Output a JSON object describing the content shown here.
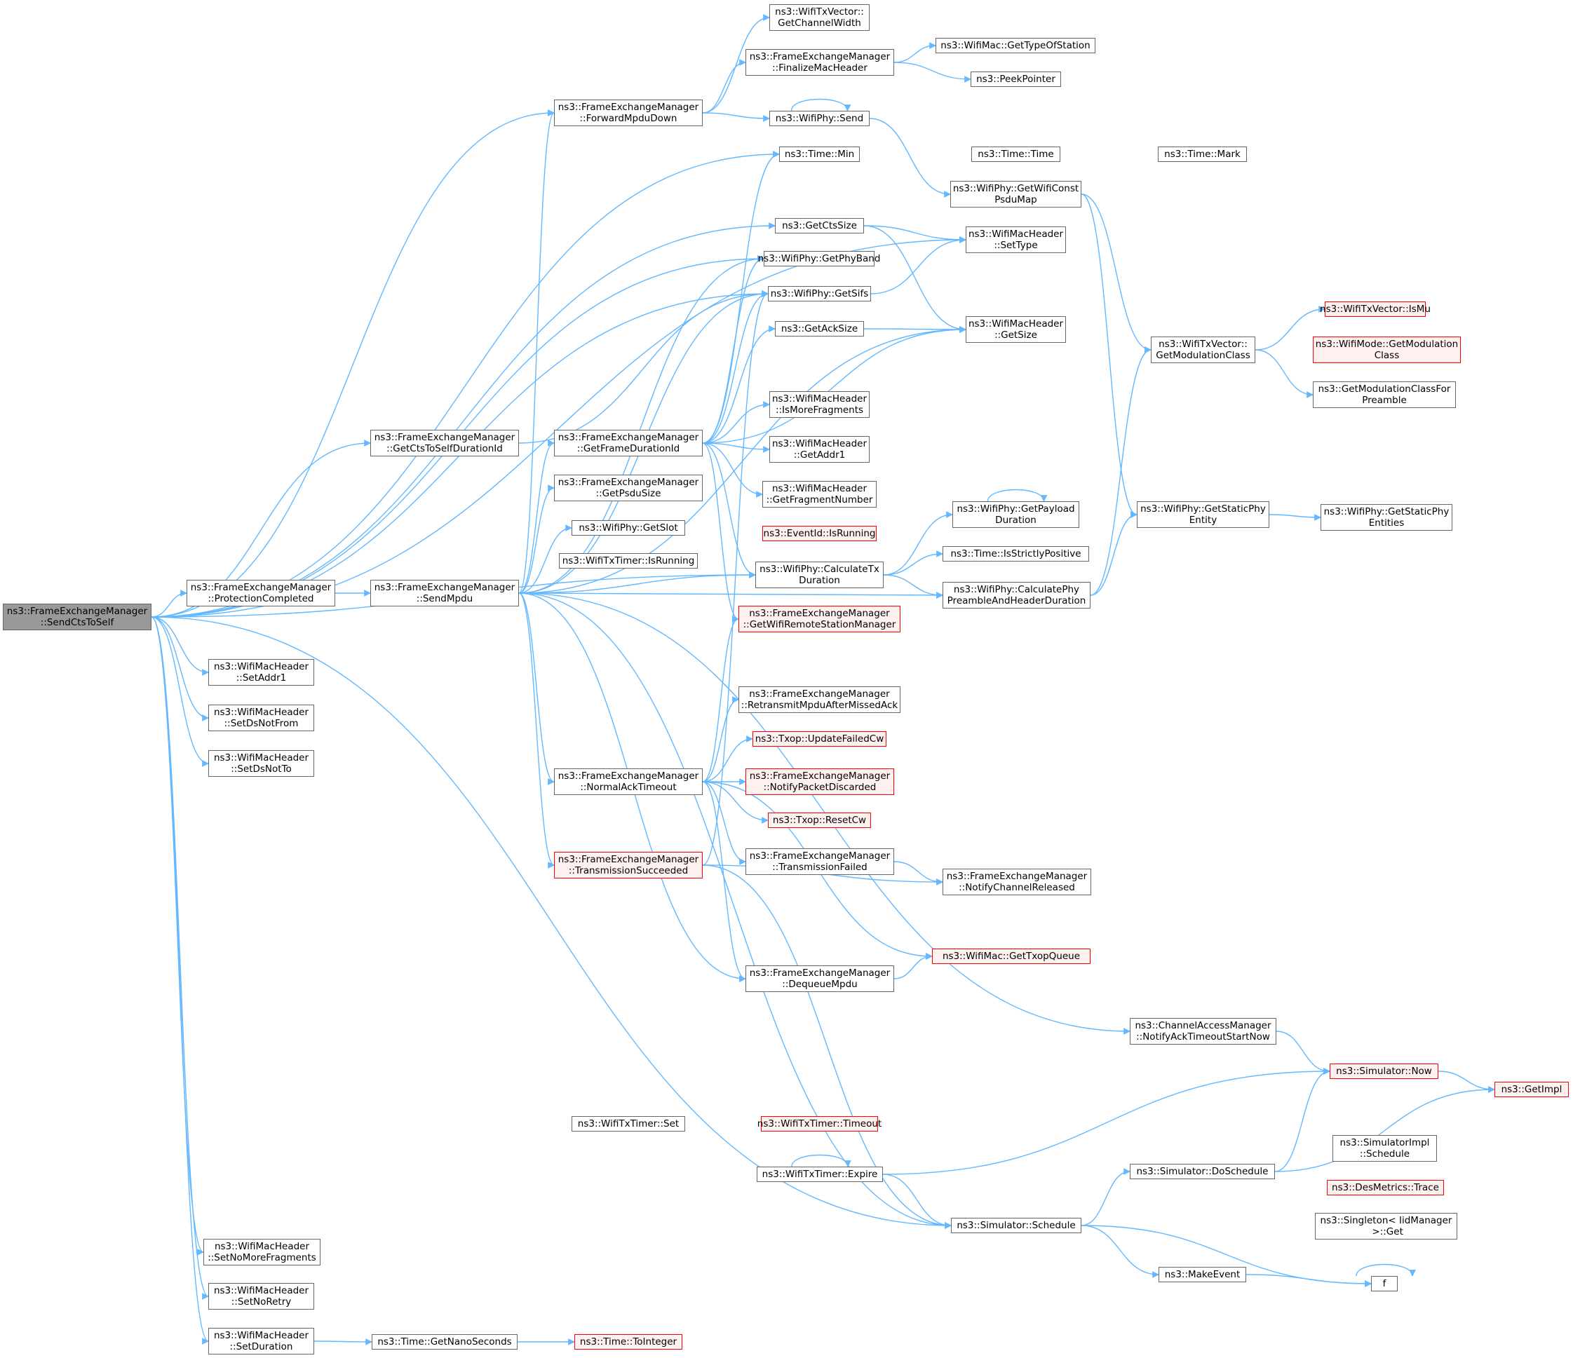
{
  "colors": {
    "edge": "#63b8ff",
    "node_border": "#666666",
    "root_fill": "#999999",
    "truncated_border": "#ff0000",
    "truncated_fill": "#fff0f0"
  },
  "nodes": {
    "sendctstoself": "ns3::FrameExchangeManager\n::SendCtsToSelf",
    "protectioncompleted": "ns3::FrameExchangeManager\n::ProtectionCompleted",
    "getctstoselfdurationid": "ns3::FrameExchangeManager\n::GetCtsToSelfDurationId",
    "setaddr1": "ns3::WifiMacHeader\n::SetAddr1",
    "setdsnotfrom": "ns3::WifiMacHeader\n::SetDsNotFrom",
    "setdsnotto": "ns3::WifiMacHeader\n::SetDsNotTo",
    "setnomorefragments": "ns3::WifiMacHeader\n::SetNoMoreFragments",
    "setnoretry": "ns3::WifiMacHeader\n::SetNoRetry",
    "setduration": "ns3::WifiMacHeader\n::SetDuration",
    "sendmpdu": "ns3::FrameExchangeManager\n::SendMpdu",
    "getnanoseconds": "ns3::Time::GetNanoSeconds",
    "tointeger": "ns3::Time::ToInteger",
    "forwardmpdudown": "ns3::FrameExchangeManager\n::ForwardMpduDown",
    "getframedurationid": "ns3::FrameExchangeManager\n::GetFrameDurationId",
    "getpsdusize": "ns3::FrameExchangeManager\n::GetPsduSize",
    "getslot": "ns3::WifiPhy::GetSlot",
    "isrunning_timer": "ns3::WifiTxTimer::IsRunning",
    "normalacktimeout": "ns3::FrameExchangeManager\n::NormalAckTimeout",
    "transmissionsucceeded": "ns3::FrameExchangeManager\n::TransmissionSucceeded",
    "set_timer": "ns3::WifiTxTimer::Set",
    "getchannelwidth": "ns3::WifiTxVector::\nGetChannelWidth",
    "finalizemacheader": "ns3::FrameExchangeManager\n::FinalizeMacHeader",
    "send": "ns3::WifiPhy::Send",
    "min": "ns3::Time::Min",
    "getctssize": "ns3::GetCtsSize",
    "getphyband": "ns3::WifiPhy::GetPhyBand",
    "getsifs": "ns3::WifiPhy::GetSifs",
    "getacksize": "ns3::GetAckSize",
    "ismorefragments": "ns3::WifiMacHeader\n::IsMoreFragments",
    "getaddr1": "ns3::WifiMacHeader\n::GetAddr1",
    "getfragmentnumber": "ns3::WifiMacHeader\n::GetFragmentNumber",
    "eventid_isrunning": "ns3::EventId::IsRunning",
    "calculatetxduration": "ns3::WifiPhy::CalculateTx\nDuration",
    "getwifiremotestationmanager": "ns3::FrameExchangeManager\n::GetWifiRemoteStationManager",
    "retransmitmpdu": "ns3::FrameExchangeManager\n::RetransmitMpduAfterMissedAck",
    "updatefailedcw": "ns3::Txop::UpdateFailedCw",
    "notifypacketdiscarded": "ns3::FrameExchangeManager\n::NotifyPacketDiscarded",
    "resetcw": "ns3::Txop::ResetCw",
    "transmissionfailed": "ns3::FrameExchangeManager\n::TransmissionFailed",
    "dequeuempdu": "ns3::FrameExchangeManager\n::DequeueMpdu",
    "timeout": "ns3::WifiTxTimer::Timeout",
    "expire": "ns3::WifiTxTimer::Expire",
    "gettypeofstation": "ns3::WifiMac::GetTypeOfStation",
    "peekpointer": "ns3::PeekPointer",
    "time_time": "ns3::Time::Time",
    "getwificonstpsdumap": "ns3::WifiPhy::GetWifiConst\nPsduMap",
    "settype": "ns3::WifiMacHeader\n::SetType",
    "getsize": "ns3::WifiMacHeader\n::GetSize",
    "getpayloadduration": "ns3::WifiPhy::GetPayload\nDuration",
    "isstrictlypositive": "ns3::Time::IsStrictlyPositive",
    "calculatephypreamble": "ns3::WifiPhy::CalculatePhy\nPreambleAndHeaderDuration",
    "notifychannelreleased": "ns3::FrameExchangeManager\n::NotifyChannelReleased",
    "gettxopqueue": "ns3::WifiMac::GetTxopQueue",
    "notifyacktimeout": "ns3::ChannelAccessManager\n::NotifyAckTimeoutStartNow",
    "schedule": "ns3::Simulator::Schedule",
    "time_mark": "ns3::Time::Mark",
    "getmodulationclass": "ns3::WifiTxVector::\nGetModulationClass",
    "getstaticphyentity": "ns3::WifiPhy::GetStaticPhy\nEntity",
    "doschedule": "ns3::Simulator::DoSchedule",
    "makeevent": "ns3::MakeEvent",
    "ismu": "ns3::WifiTxVector::IsMu",
    "wifimode_getmodulationclass": "ns3::WifiMode::GetModulation\nClass",
    "getmodulationclassforpreamble": "ns3::GetModulationClassFor\nPreamble",
    "getstaticphyentities": "ns3::WifiPhy::GetStaticPhy\nEntities",
    "now": "ns3::Simulator::Now",
    "simulatorimpl_schedule": "ns3::SimulatorImpl\n::Schedule",
    "desmetrics_trace": "ns3::DesMetrics::Trace",
    "singleton_get": "ns3::Singleton< IidManager\n >::Get",
    "f": "f",
    "getimpl": "ns3::GetImpl"
  }
}
